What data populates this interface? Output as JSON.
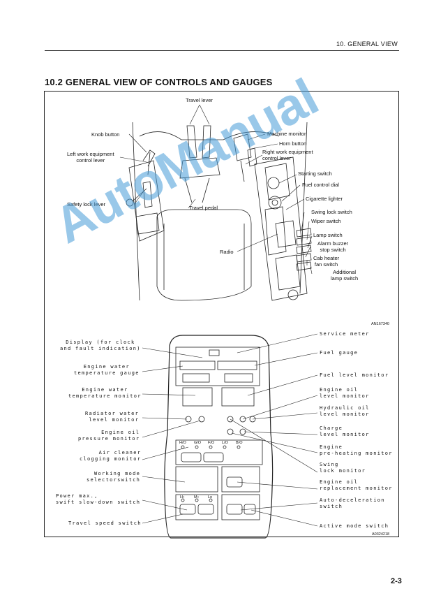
{
  "header": {
    "section": "10. GENERAL VIEW"
  },
  "title": "10.2 GENERAL VIEW OF CONTROLS AND GAUGES",
  "cab": {
    "travel_lever": "Travel lever",
    "knob_button": "Knob button",
    "left_work_lever": "Left work equipment\ncontrol lever",
    "safety_lock": "Safety lock lever",
    "travel_pedal": "Travel pedal",
    "radio": "Radio",
    "machine_monitor": "Machine monitor",
    "horn_button": "Horn button",
    "right_work_lever": "Right work equipment\ncontrol lever",
    "starting_switch": "Starting switch",
    "fuel_dial": "Fuel control dial",
    "cig_lighter": "Cigarette lighter",
    "swing_lock": "Swing lock switch",
    "wiper": "Wiper switch",
    "lamp": "Lamp switch",
    "alarm_buzzer": "Alarm buzzer\nstop switch",
    "cab_heater": "Cab heater\nfan switch",
    "additional_lamp": "Additional\nlamp switch",
    "code": "AN167340"
  },
  "monitor": {
    "left": {
      "display": "Display (for clock\nand fault indication)",
      "water_temp_gauge": "Engine water\ntemperature gauge",
      "water_temp_monitor": "Engine water\ntemperature monitor",
      "radiator": "Radiator water\nlevel monitor",
      "oil_pressure": "Engine oil\npressure monitor",
      "air_cleaner": "Air cleaner\nclogging monitor",
      "working_mode": "Working mode\nselectorswitch",
      "power_max": "Power max.,\nswift slow-down switch",
      "travel_speed": "Travel speed switch"
    },
    "right": {
      "service_meter": "Service meter",
      "fuel_gauge": "Fuel gauge",
      "fuel_level": "Fuel level monitor",
      "engine_oil_level": "Engine oil\nlevel monitor",
      "hydraulic_oil": "Hydraulic oil\nlevel monitor",
      "charge": "Charge\nlevel monitor",
      "preheating": "Engine\npre-heating monitor",
      "swing_lock": "Swing\nlock monitor",
      "oil_replacement": "Engine oil\nreplacement monitor",
      "auto_decel": "Auto-deceleration\nswitch",
      "active_mode": "Active mode switch"
    },
    "panel": {
      "mode_row1": [
        "H/O",
        "G/O",
        "F/O",
        "L/O",
        "B/O"
      ],
      "mode_row2": [
        "H↕",
        "M↕",
        "Lo"
      ],
      "code": "A0324218"
    }
  },
  "page_number": "2-3",
  "watermark": "AutoManual"
}
